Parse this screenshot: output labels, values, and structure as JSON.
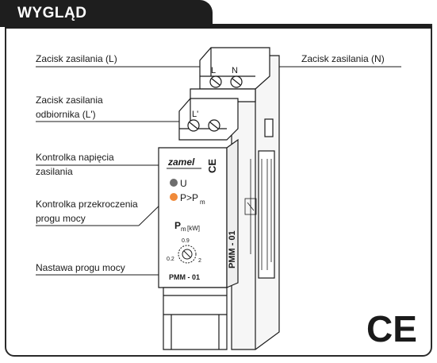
{
  "header": {
    "title": "WYGLĄD"
  },
  "callouts": {
    "supply_l": "Zacisk zasilania (L)",
    "supply_n": "Zacisk zasilania (N)",
    "receiver_line1": "Zacisk zasilania",
    "receiver_line2": "odbiornika (L')",
    "voltage_line1": "Kontrolka napięcia",
    "voltage_line2": "zasilania",
    "overload_line1": "Kontrolka przekroczenia",
    "overload_line2": "progu mocy",
    "threshold": "Nastawa progu mocy"
  },
  "device": {
    "brand": "zamel",
    "led_u": "U",
    "led_p_main": "P>P",
    "led_p_sub": "m",
    "pm_main": "P",
    "pm_sub": "m",
    "pm_unit": "[kW]",
    "dial_top": "0.9",
    "dial_left": "0.2",
    "dial_right": "2",
    "model_front": "PMM - 01",
    "model_side": "PMM - 01",
    "terminal_l": "L",
    "terminal_n": "N",
    "terminal_l2": "L'"
  },
  "mark": "CE",
  "colors": {
    "header_bg": "#1e1e1e",
    "led_u": "#6d6d6d",
    "led_p": "#f08a3a",
    "line": "#1a1a1a"
  }
}
